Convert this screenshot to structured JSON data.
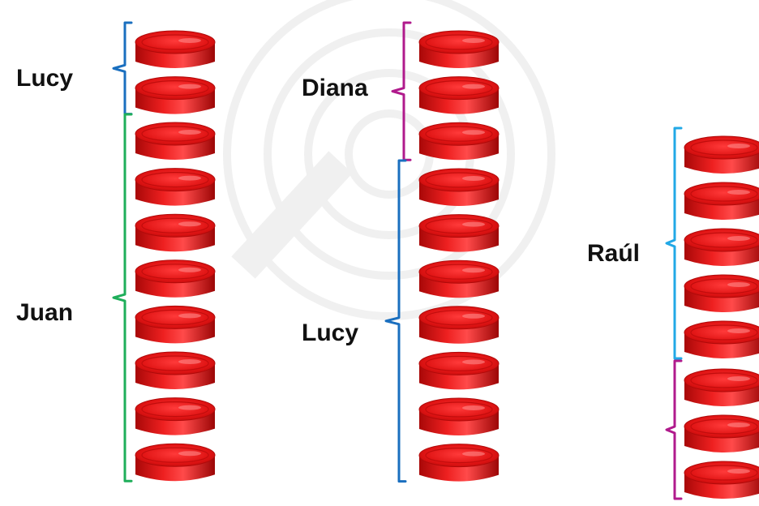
{
  "diagram": {
    "groups": [
      {
        "label": "Lucy",
        "count": 2,
        "bracket_color": "#1a6fbf"
      },
      {
        "label": "Juan",
        "count": 8,
        "bracket_color": "#1fae5a"
      },
      {
        "label": "Diana",
        "count": 3,
        "bracket_color": "#b01a8c"
      },
      {
        "label": "Lucy",
        "count": 7,
        "bracket_color": "#1a6fbf"
      },
      {
        "label": "Raúl",
        "count": 5,
        "bracket_color": "#21a8e6"
      },
      {
        "label": "",
        "count": 3,
        "bracket_color": "#b01a8c"
      }
    ],
    "cap_color": "#e01818",
    "item_icon": "red-bottle-cap"
  }
}
